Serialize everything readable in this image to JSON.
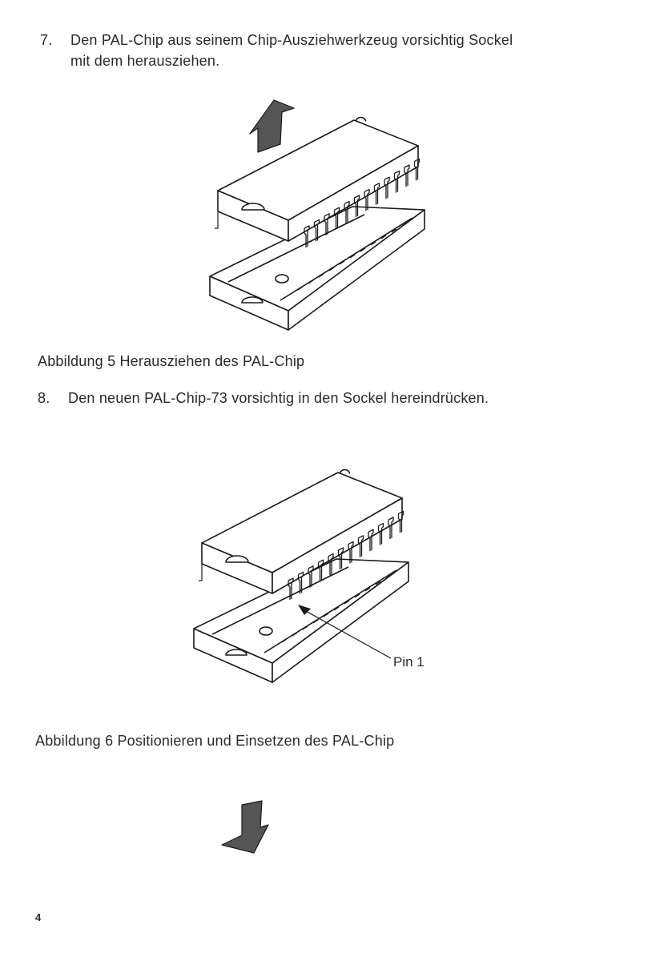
{
  "steps": [
    {
      "number": "7.",
      "line1": "Den PAL-Chip aus seinem Chip-Ausziehwerkzeug vorsichtig Sockel",
      "line2": "mit dem herausziehen."
    },
    {
      "number": "8.",
      "line1": "Den neuen PAL-Chip-73 vorsichtig in den Sockel hereindrücken."
    }
  ],
  "figures": [
    {
      "caption": "Abbildung 5  Herausziehen des PAL-Chip",
      "arrow": "up-arrow-icon"
    },
    {
      "caption": "Abbildung 6  Positionieren und Einsetzen des PAL-Chip",
      "arrow": "down-arrow-icon",
      "label": "Pin 1"
    }
  ],
  "page_number": "4",
  "colors": {
    "ink": "#1a1a1a",
    "arrow_fill": "#555555"
  }
}
